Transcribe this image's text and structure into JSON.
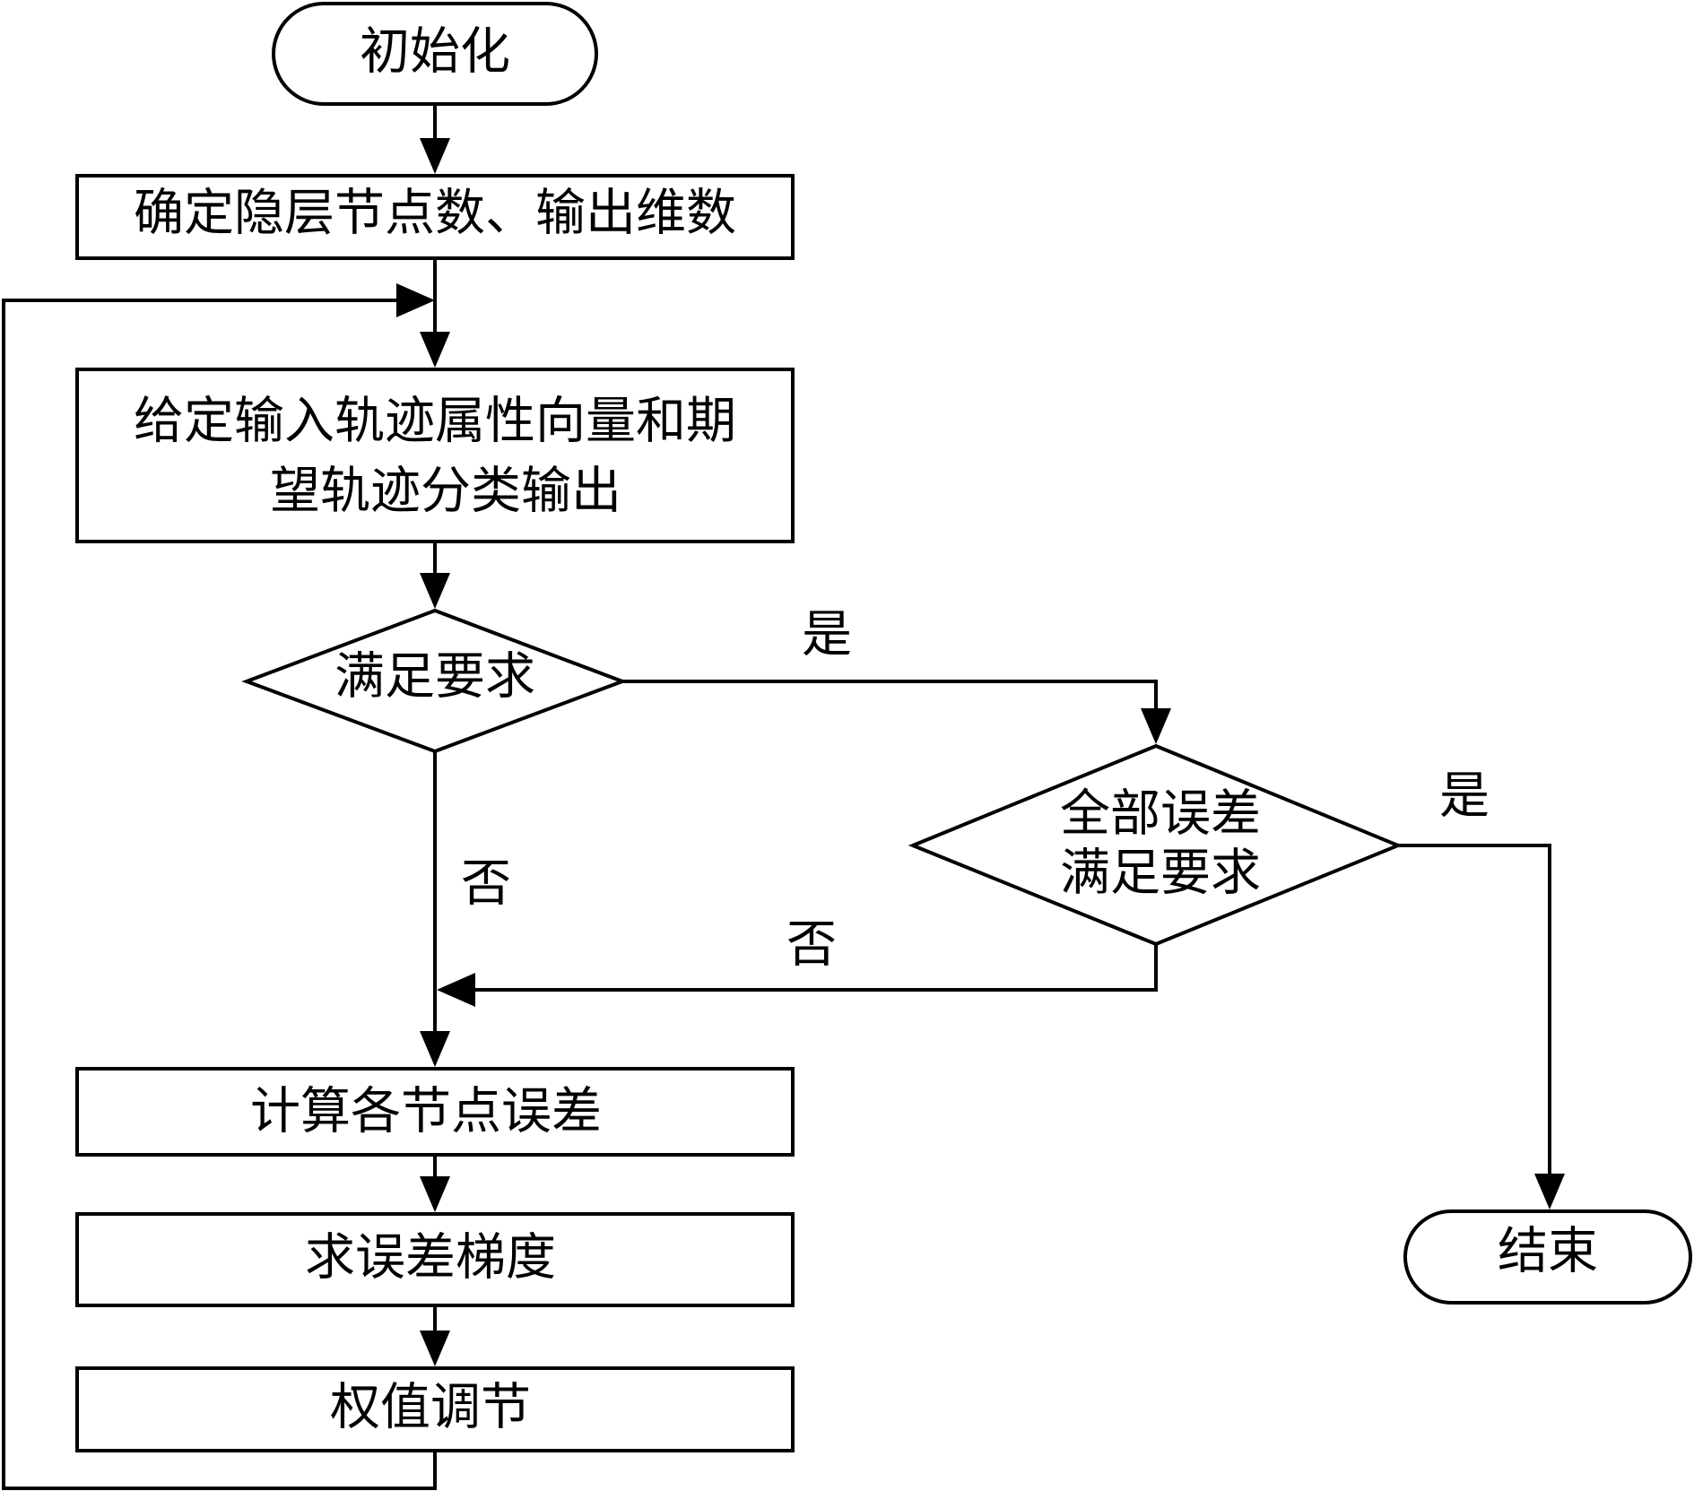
{
  "nodes": {
    "start": {
      "label": "初始化"
    },
    "set_params": {
      "label": "确定隐层节点数、输出维数"
    },
    "give_input": {
      "line1": "给定输入轨迹属性向量和期",
      "line2": "望轨迹分类输出"
    },
    "check_requirement": {
      "label": "满足要求"
    },
    "check_all_errors": {
      "line1": "全部误差",
      "line2": "满足要求"
    },
    "compute_errors": {
      "label": "计算各节点误差"
    },
    "error_gradient": {
      "label": "求误差梯度"
    },
    "adjust_weights": {
      "label": "权值调节"
    },
    "end": {
      "label": "结束"
    }
  },
  "edges": {
    "requirement_yes": "是",
    "requirement_no": "否",
    "all_errors_yes": "是",
    "all_errors_no": "否"
  }
}
